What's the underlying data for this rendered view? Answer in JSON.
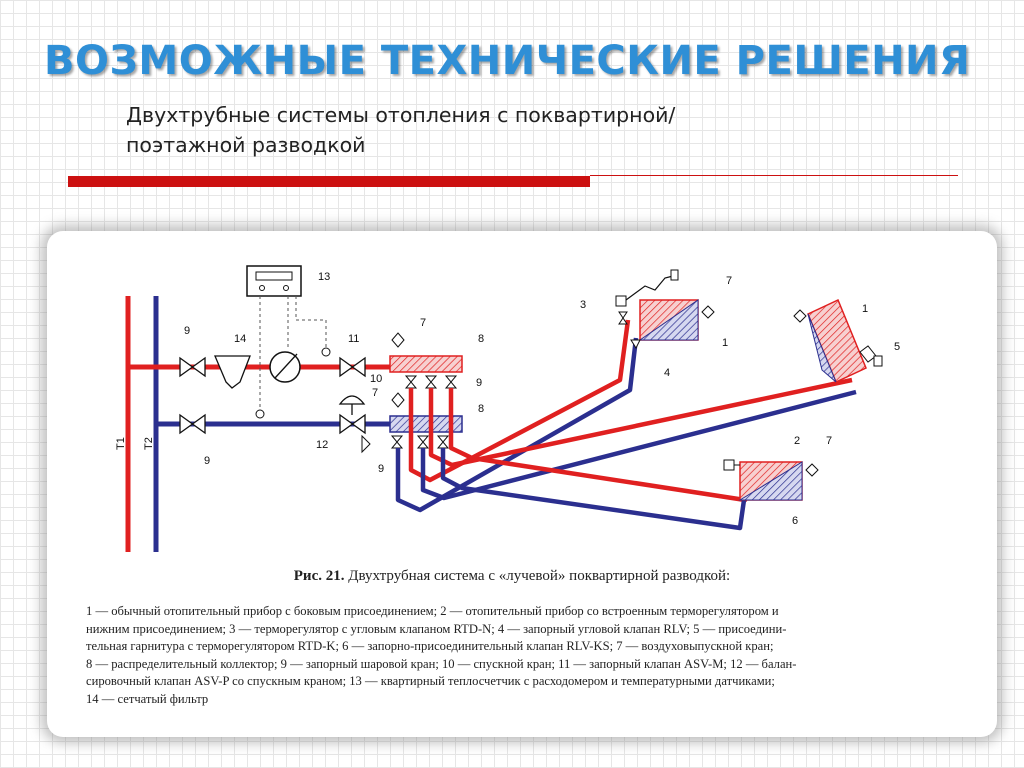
{
  "slide": {
    "title": "ВОЗМОЖНЫЕ ТЕХНИЧЕСКИЕ РЕШЕНИЯ",
    "subtitle_line1": "Двухтрубные системы отопления с поквартирной/",
    "subtitle_line2": "поэтажной разводкой",
    "accent_color": "#cc1111",
    "title_color": "#2f8fd6"
  },
  "diagram": {
    "supply_color": "#e02020",
    "return_color": "#2b2f8f",
    "pipe_labels": {
      "t1": "Т1",
      "t2": "Т2"
    },
    "callouts": [
      "13",
      "14",
      "11",
      "9",
      "9",
      "12",
      "7",
      "7",
      "10",
      "8",
      "8",
      "9",
      "9",
      "3",
      "7",
      "1",
      "4",
      "1",
      "5",
      "2",
      "7",
      "6"
    ],
    "caption_prefix": "Рис. 21.",
    "caption_text": " Двухтрубная система с «лучевой» поквартирной разводкой:"
  },
  "legend": {
    "lines": [
      "1 — обычный отопительный прибор с боковым присоединением; 2 — отопительный прибор со встроенным терморегулятором и",
      "нижним присоединением; 3 — терморегулятор с угловым клапаном RTD-N; 4 — запорный угловой клапан RLV; 5 — присоедини-",
      "тельная гарнитура с терморегулятором RTD-K; 6 — запорно-присоединительный клапан RLV-KS; 7 — воздуховыпускной кран;",
      "8 — распределительный коллектор; 9 — запорный шаровой кран; 10 — спускной кран; 11 — запорный клапан ASV-M; 12 — балан-",
      "сировочный клапан ASV-P со спускным краном; 13 — квартирный теплосчетчик с расходомером и температурными датчиками;",
      "14 — сетчатый фильтр"
    ]
  }
}
